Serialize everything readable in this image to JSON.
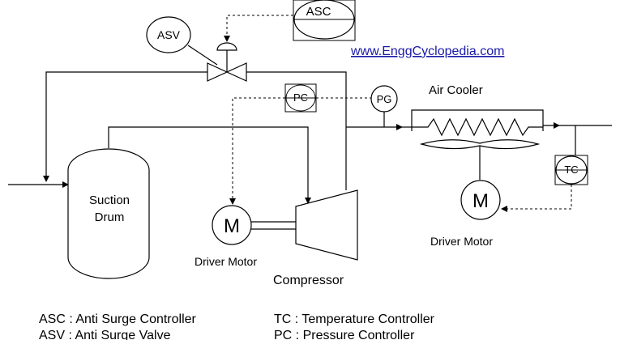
{
  "website": "www.EnggCyclopedia.com",
  "instruments": {
    "asc": "ASC",
    "asv": "ASV",
    "pc": "PC",
    "pg": "PG",
    "tc": "TC"
  },
  "equipment": {
    "suction_drum_line1": "Suction",
    "suction_drum_line2": "Drum",
    "motor_symbol_left": "M",
    "motor_symbol_right": "M",
    "driver_motor_left": "Driver Motor",
    "driver_motor_right": "Driver Motor",
    "compressor": "Compressor",
    "air_cooler": "Air Cooler"
  },
  "legend": {
    "asc": "ASC : Anti Surge Controller",
    "asv": "ASV : Anti Surge Valve",
    "tc": "TC : Temperature Controller",
    "pc": "PC : Pressure Controller"
  }
}
